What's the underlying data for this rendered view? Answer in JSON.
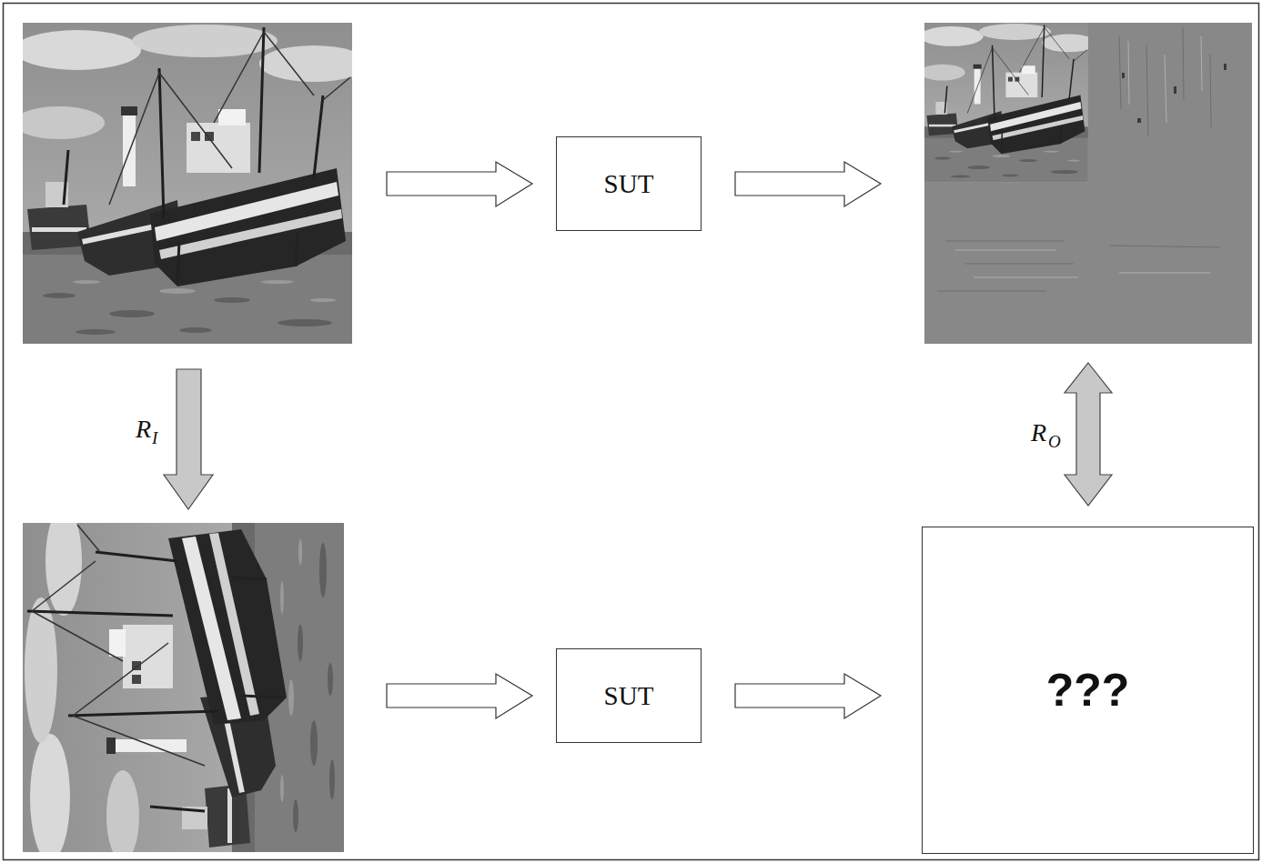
{
  "diagram": {
    "nodes": [
      {
        "text": [
          "SUT"
        ]
      },
      {
        "text": [
          "SUT"
        ]
      },
      {
        "text": [
          "???"
        ]
      }
    ],
    "labels": [
      "R",
      "I",
      "R",
      "O"
    ]
  }
}
